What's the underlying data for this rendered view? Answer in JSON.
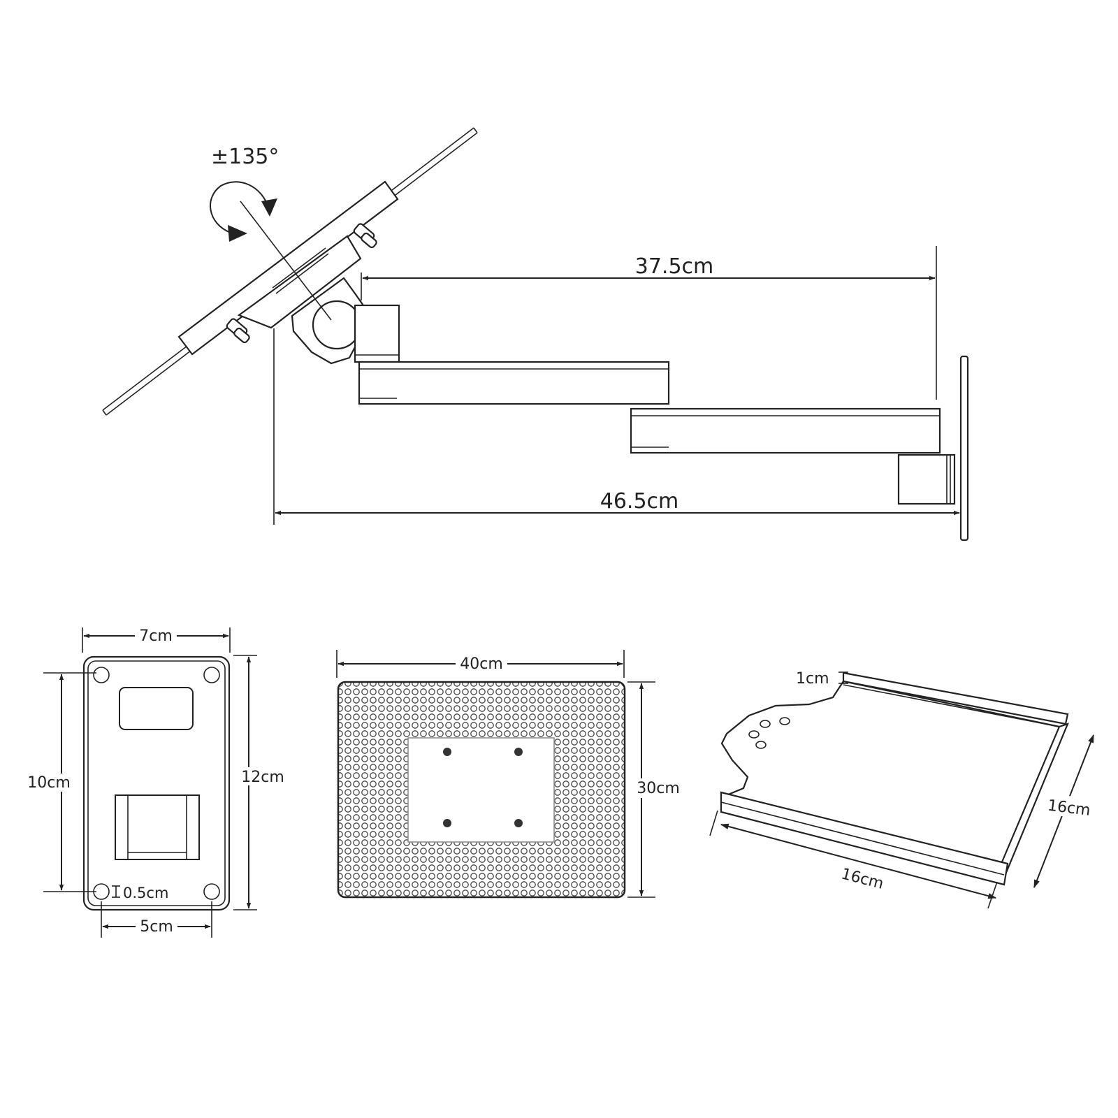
{
  "rotation_label": "±135°",
  "arm_view": {
    "reach_label": "37.5cm",
    "total_length_label": "46.5cm"
  },
  "wall_plate_view": {
    "width_label": "7cm",
    "height_label": "12cm",
    "hole_spacing_vertical_label": "10cm",
    "hole_spacing_horizontal_label": "5cm",
    "hole_diameter_label": "0.5cm"
  },
  "perforated_tray_view": {
    "width_label": "40cm",
    "depth_label": "30cm"
  },
  "tray_bracket_view": {
    "lip_height_label": "1cm",
    "width_label": "16cm",
    "depth_label": "16cm"
  },
  "colors": {
    "line": "#222222",
    "background": "#ffffff"
  }
}
